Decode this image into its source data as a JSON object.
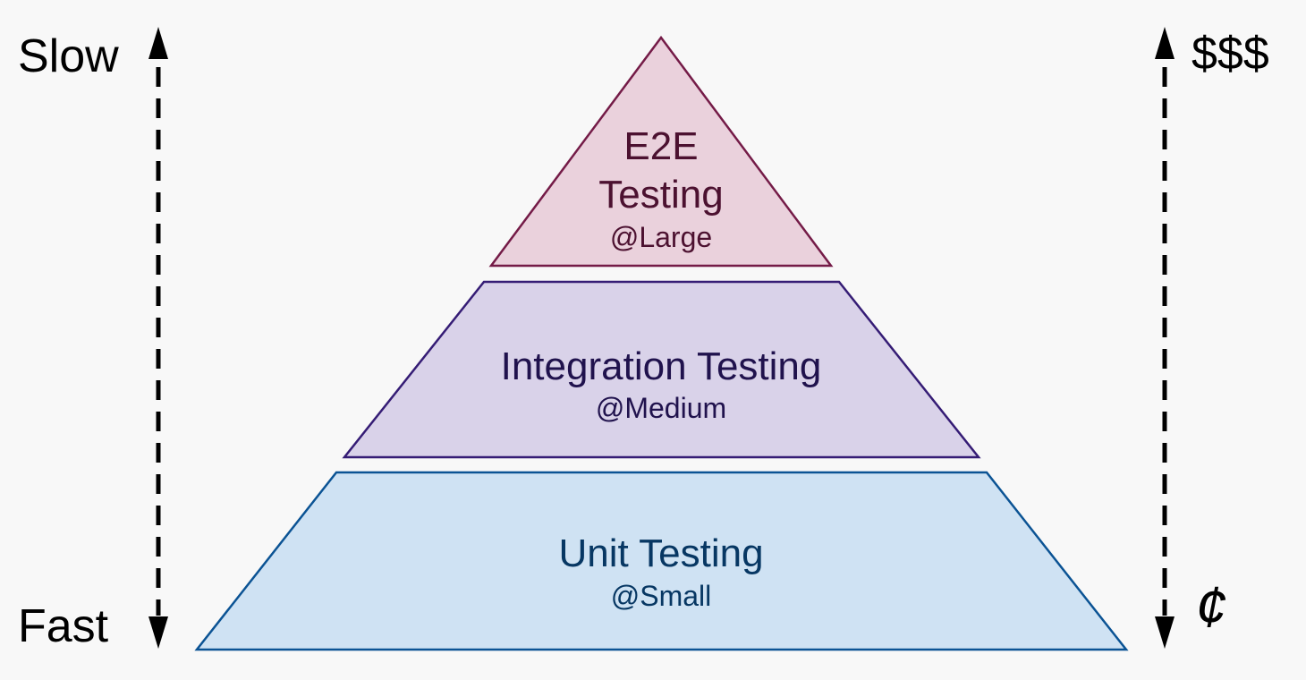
{
  "left_axis": {
    "top_label": "Slow",
    "bottom_label": "Fast"
  },
  "right_axis": {
    "top_label": "$$$",
    "bottom_label": "¢"
  },
  "pyramid": {
    "top": {
      "title_line1": "E2E",
      "title_line2": "Testing",
      "size": "@Large",
      "fill": "#ead1dc",
      "stroke": "#741b47",
      "text_color": "#4c1130"
    },
    "middle": {
      "title": "Integration Testing",
      "size": "@Medium",
      "fill": "#d9d2e9",
      "stroke": "#351c75",
      "text_color": "#20124d"
    },
    "bottom": {
      "title": "Unit Testing",
      "size": "@Small",
      "fill": "#cfe2f3",
      "stroke": "#0b5394",
      "text_color": "#073763"
    }
  }
}
